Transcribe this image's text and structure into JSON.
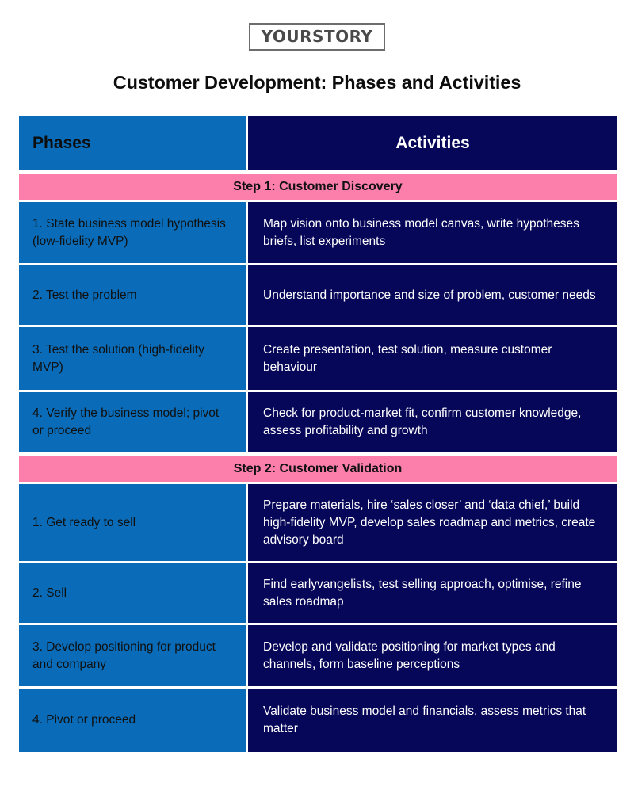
{
  "brand": {
    "logo_text": "YOURSTORY"
  },
  "title": "Customer Development: Phases and Activities",
  "table": {
    "headers": {
      "phases": "Phases",
      "activities": "Activities"
    },
    "sections": [
      {
        "step_label": "Step 1: Customer Discovery",
        "rows": [
          {
            "phase": "1. State business model hypothesis (low-fidelity MVP)",
            "activity": "Map vision onto business model canvas, write hypotheses briefs, list experiments"
          },
          {
            "phase": "2. Test the problem",
            "activity": "Understand importance and size of problem, customer needs"
          },
          {
            "phase": "3. Test the solution (high-fidelity MVP)",
            "activity": "Create presentation, test solution, measure customer behaviour"
          },
          {
            "phase": "4. Verify the business model; pivot or proceed",
            "activity": "Check for product-market fit, confirm customer knowledge, assess profitability and growth"
          }
        ]
      },
      {
        "step_label": "Step 2: Customer Validation",
        "rows": [
          {
            "phase": "1. Get ready to sell",
            "activity": "Prepare materials, hire ‘sales closer’ and ‘data chief,’ build high-fidelity MVP, develop sales roadmap and metrics, create advisory board"
          },
          {
            "phase": "2. Sell",
            "activity": "Find earlyvangelists, test selling approach, optimise, refine sales roadmap"
          },
          {
            "phase": "3. Develop positioning for product and company",
            "activity": "Develop and validate positioning for market types and channels, form baseline perceptions"
          },
          {
            "phase": "4. Pivot or proceed",
            "activity": "Validate business model and financials, assess metrics that matter"
          }
        ]
      }
    ]
  },
  "colors": {
    "phase_column": "#0a6cb8",
    "activity_column": "#070759",
    "step_banner": "#fc7fab",
    "page_background": "#ffffff",
    "logo_border": "#6d6d6d",
    "logo_text": "#4a4a4a"
  }
}
